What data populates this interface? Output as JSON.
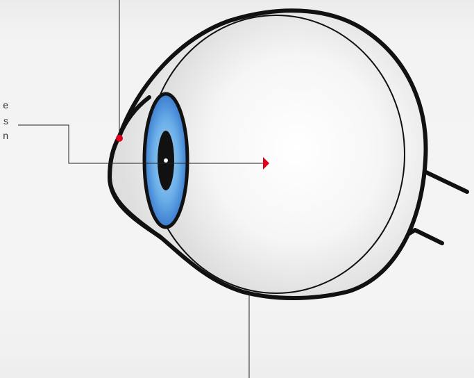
{
  "labels": {
    "cropped_text": [
      "e",
      "s",
      "n"
    ]
  },
  "colors": {
    "background": "#f0f0f0",
    "outline": "#111111",
    "iris_outer": "#2f73d2",
    "iris_inner": "#8cc4f0",
    "pupil": "#111111",
    "pointer_red": "#e0001a",
    "leader_line": "#222222",
    "eyeball_fill_center": "#ffffff",
    "eyeball_fill_edge": "#e4e4e4"
  },
  "icons": {
    "arrow": "red-triangle-arrow",
    "marker": "red-dot-marker"
  }
}
